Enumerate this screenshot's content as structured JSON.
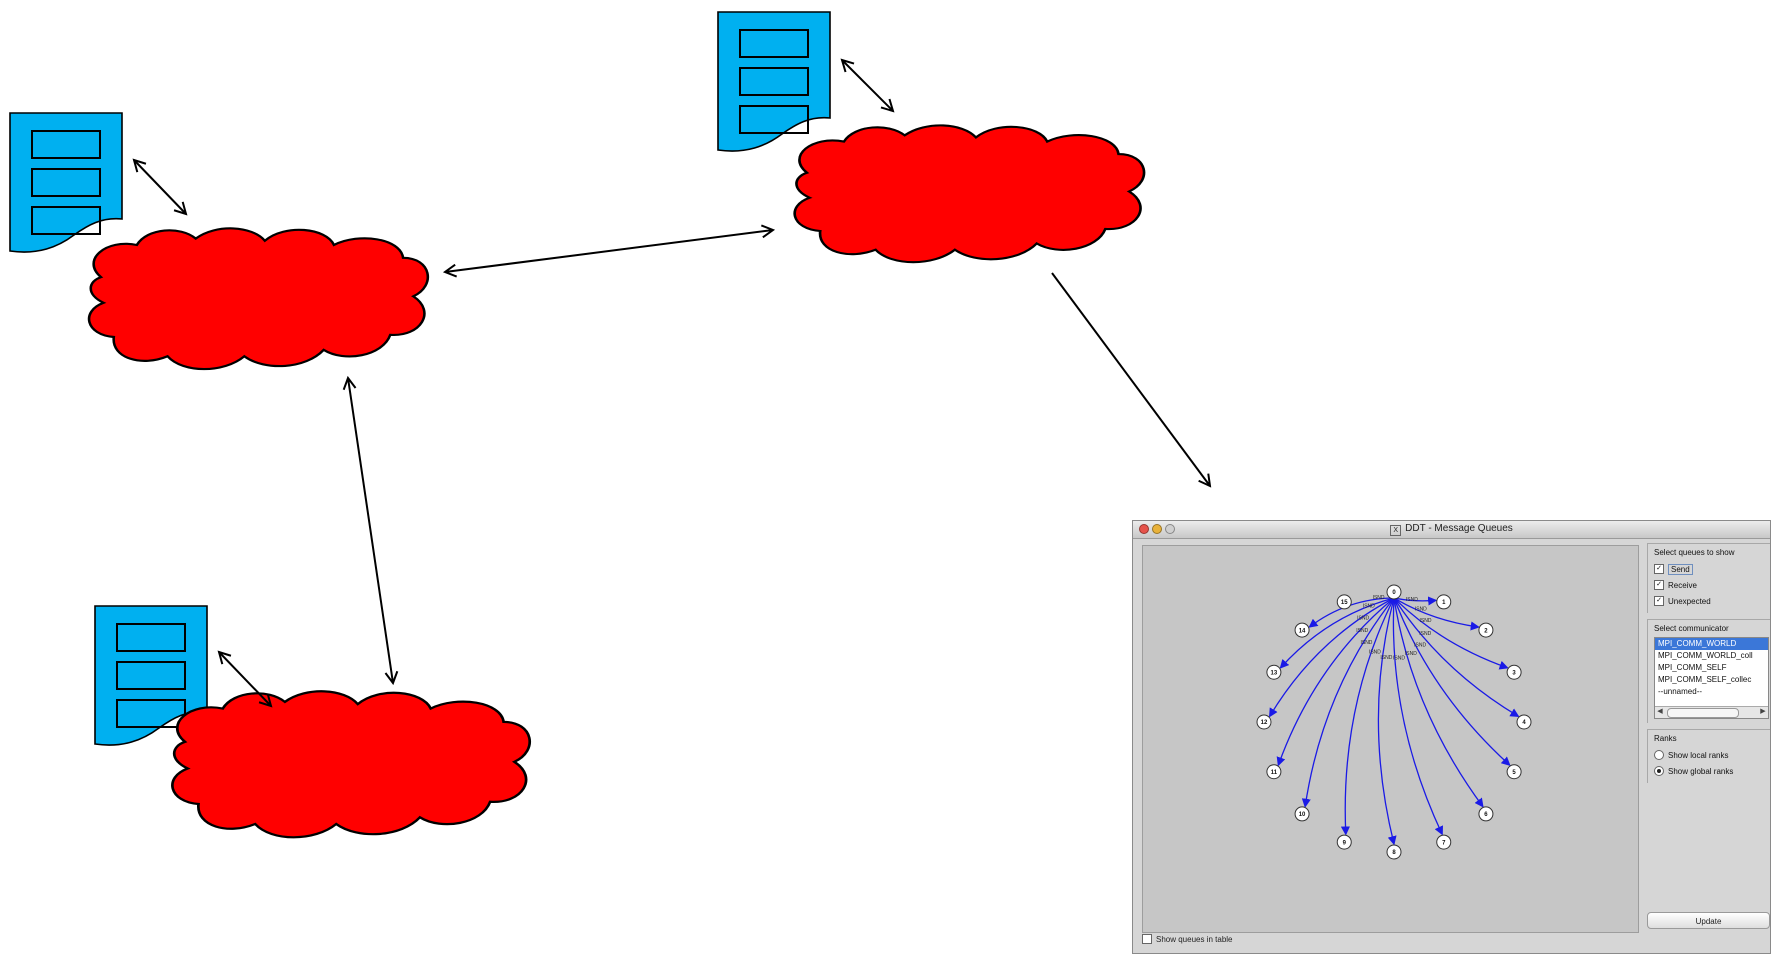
{
  "colors": {
    "cloud": "#ff0000",
    "document": "#00b0f0",
    "arrow": "#000000",
    "edge": "#1a1ae6"
  },
  "icons": {
    "clouds": "cloud-shape",
    "documents": "document-icon",
    "links": "double-arrow"
  },
  "window": {
    "title": "DDT - Message Queues",
    "queues_group_title": "Select queues to show",
    "queues": [
      {
        "label": "Send",
        "checked": true
      },
      {
        "label": "Receive",
        "checked": true
      },
      {
        "label": "Unexpected",
        "checked": true
      }
    ],
    "communicator_group_title": "Select communicator",
    "communicators": [
      "MPI_COMM_WORLD",
      "MPI_COMM_WORLD_coll",
      "MPI_COMM_SELF",
      "MPI_COMM_SELF_collec",
      "--unnamed--"
    ],
    "selected_communicator": 0,
    "ranks_group_title": "Ranks",
    "ranks_options": [
      {
        "label": "Show local ranks",
        "selected": false
      },
      {
        "label": "Show global ranks",
        "selected": true
      }
    ],
    "update_label": "Update",
    "footer_label": "Show queues in table",
    "footer_checked": false
  },
  "graph": {
    "center_node": "0",
    "nodes": [
      "0",
      "1",
      "2",
      "3",
      "4",
      "5",
      "6",
      "7",
      "8",
      "9",
      "10",
      "11",
      "12",
      "13",
      "14",
      "15"
    ],
    "edge_label": "ISND"
  }
}
